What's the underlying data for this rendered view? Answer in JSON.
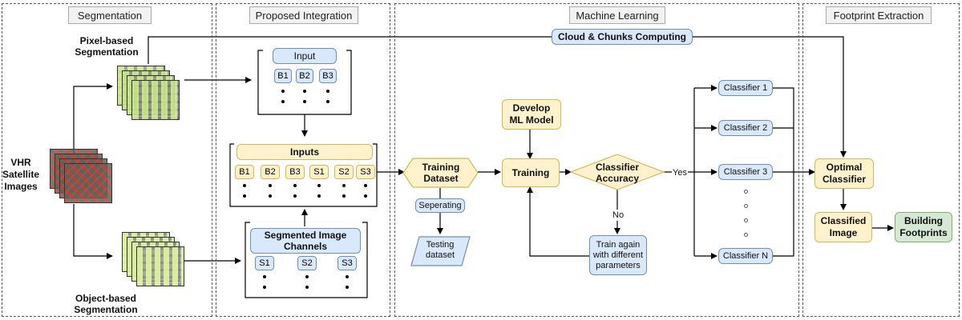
{
  "panels": {
    "segmentation": "Segmentation",
    "integration": "Proposed Integration",
    "ml": "Machine Learning",
    "footprint": "Footprint Extraction"
  },
  "left": {
    "pixel": "Pixel-based\nSegmentation",
    "vhr": "VHR\nSatellite\nImages",
    "object": "Object-based\nSegmentation"
  },
  "integration": {
    "input": "Input",
    "b_chips": [
      "B1",
      "B2",
      "B3"
    ],
    "inputs": "Inputs",
    "bs_chips": [
      "B1",
      "B2",
      "B3",
      "S1",
      "S2",
      "S3"
    ],
    "segmented": "Segmented Image\nChannels",
    "s_chips": [
      "S1",
      "S2",
      "S3"
    ]
  },
  "cloud": "Cloud & Chunks Computing",
  "ml": {
    "training_dataset": "Training\nDataset",
    "seperating": "Seperating",
    "testing": "Testing\ndataset",
    "develop": "Develop\nML Model",
    "training": "Training",
    "accuracy": "Classifier\nAccuracy",
    "yes": "Yes",
    "no": "No",
    "train_again": "Train again\nwith different\nparameters",
    "classifiers": [
      "Classifier 1",
      "Classifier 2",
      "Classifier 3",
      "Classifier N"
    ]
  },
  "footprint": {
    "optimal": "Optimal\nClassifier",
    "classified": "Classified\nImage",
    "building": "Building\nFootprints"
  },
  "colors": {
    "blue": "#dae8fc",
    "yellow": "#fff2cc",
    "green": "#d5e8d4"
  }
}
